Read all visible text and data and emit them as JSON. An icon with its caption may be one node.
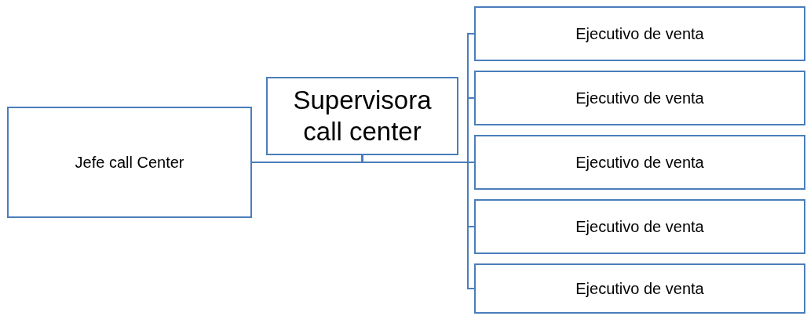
{
  "diagram": {
    "nodes": [
      {
        "text": [
          "Jefe call Center"
        ]
      },
      {
        "text": [
          "Supervisora call center"
        ]
      },
      {
        "text": [
          "Ejecutivo de venta"
        ]
      },
      {
        "text": [
          "Ejecutivo de venta"
        ]
      },
      {
        "text": [
          "Ejecutivo de venta"
        ]
      },
      {
        "text": [
          "Ejecutivo de venta"
        ]
      },
      {
        "text": [
          "Ejecutivo de venta"
        ]
      }
    ],
    "edges": [
      {
        "from": 0,
        "to": 1,
        "arrow": "none"
      },
      {
        "from": 1,
        "to": 2,
        "arrow": "none"
      },
      {
        "from": 1,
        "to": 3,
        "arrow": "none"
      },
      {
        "from": 1,
        "to": 4,
        "arrow": "none"
      },
      {
        "from": 1,
        "to": 5,
        "arrow": "none"
      },
      {
        "from": 1,
        "to": 6,
        "arrow": "none"
      }
    ]
  }
}
